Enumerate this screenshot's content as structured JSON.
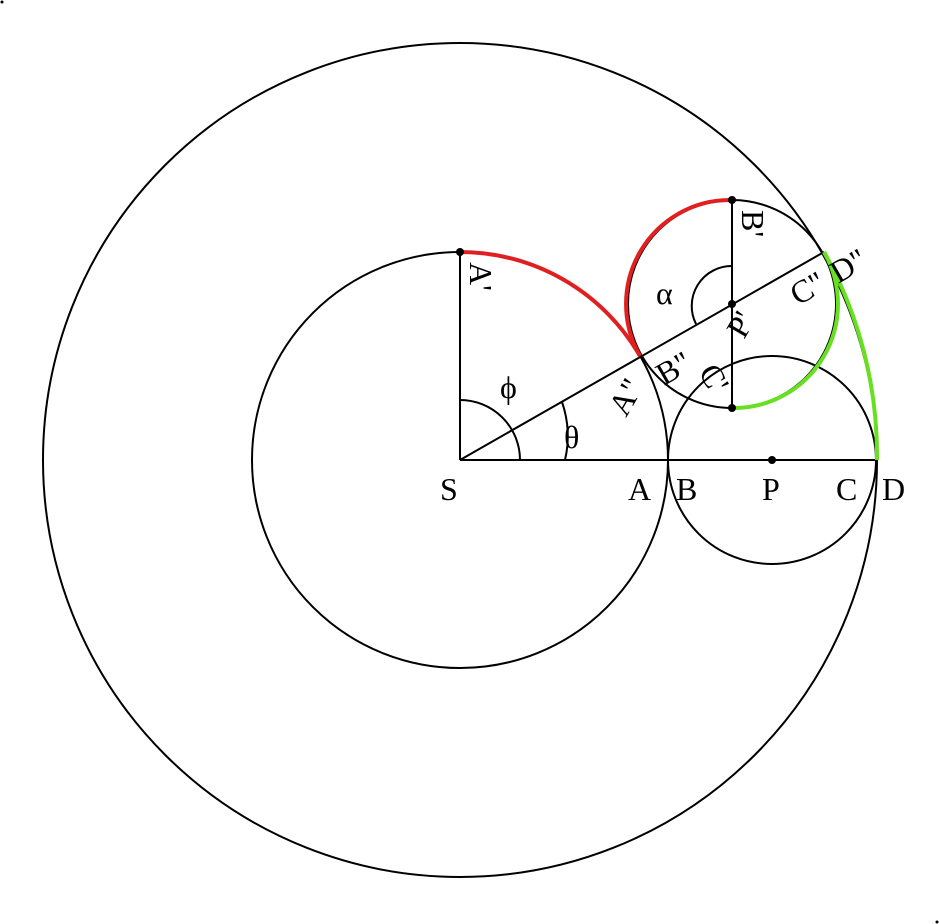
{
  "diagram": {
    "colors": {
      "line": "#000000",
      "red_arc": "#e02020",
      "green_arc": "#66e020",
      "background": "#ffffff"
    },
    "labels": {
      "S": "S",
      "A": "A",
      "B": "B",
      "P": "P",
      "C": "C",
      "D": "D",
      "A_prime": "A'",
      "B_prime": "B'",
      "C_prime": "C'",
      "P_prime": "P'",
      "A_dprime": "A\"",
      "B_dprime": "B\"",
      "C_dprime": "C\"",
      "D_dprime": "D\"",
      "phi": "ϕ",
      "theta": "θ",
      "alpha": "α"
    }
  }
}
